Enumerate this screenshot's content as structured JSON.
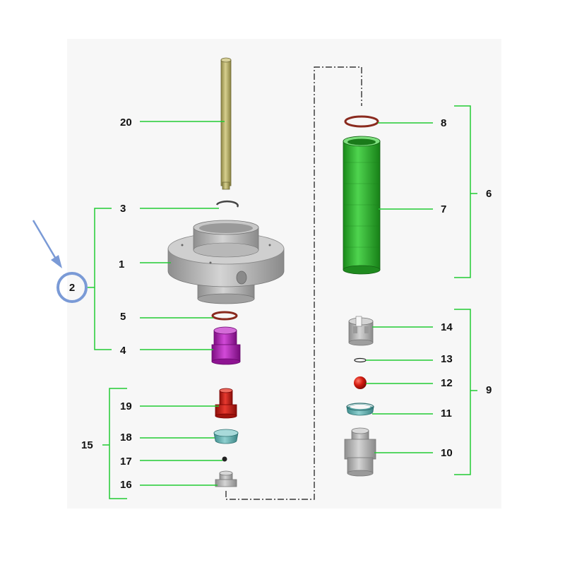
{
  "labels": {
    "p1": "1",
    "p2": "2",
    "p3": "3",
    "p4": "4",
    "p5": "5",
    "p6": "6",
    "p7": "7",
    "p8": "8",
    "p9": "9",
    "p10": "10",
    "p11": "11",
    "p12": "12",
    "p13": "13",
    "p14": "14",
    "p15": "15",
    "p16": "16",
    "p17": "17",
    "p18": "18",
    "p19": "19",
    "p20": "20"
  },
  "colors": {
    "leader": "#22cc33",
    "bracket": "#22cc33",
    "callout": "#7a9ad6",
    "rod": "#b5ad6a",
    "body_gray": "#b4b4b4",
    "oring": "#8a2a1e",
    "purple": "#b318b8",
    "green_tube": "#2bb52b",
    "red": "#cc1a12",
    "teal": "#5fb0b0"
  }
}
